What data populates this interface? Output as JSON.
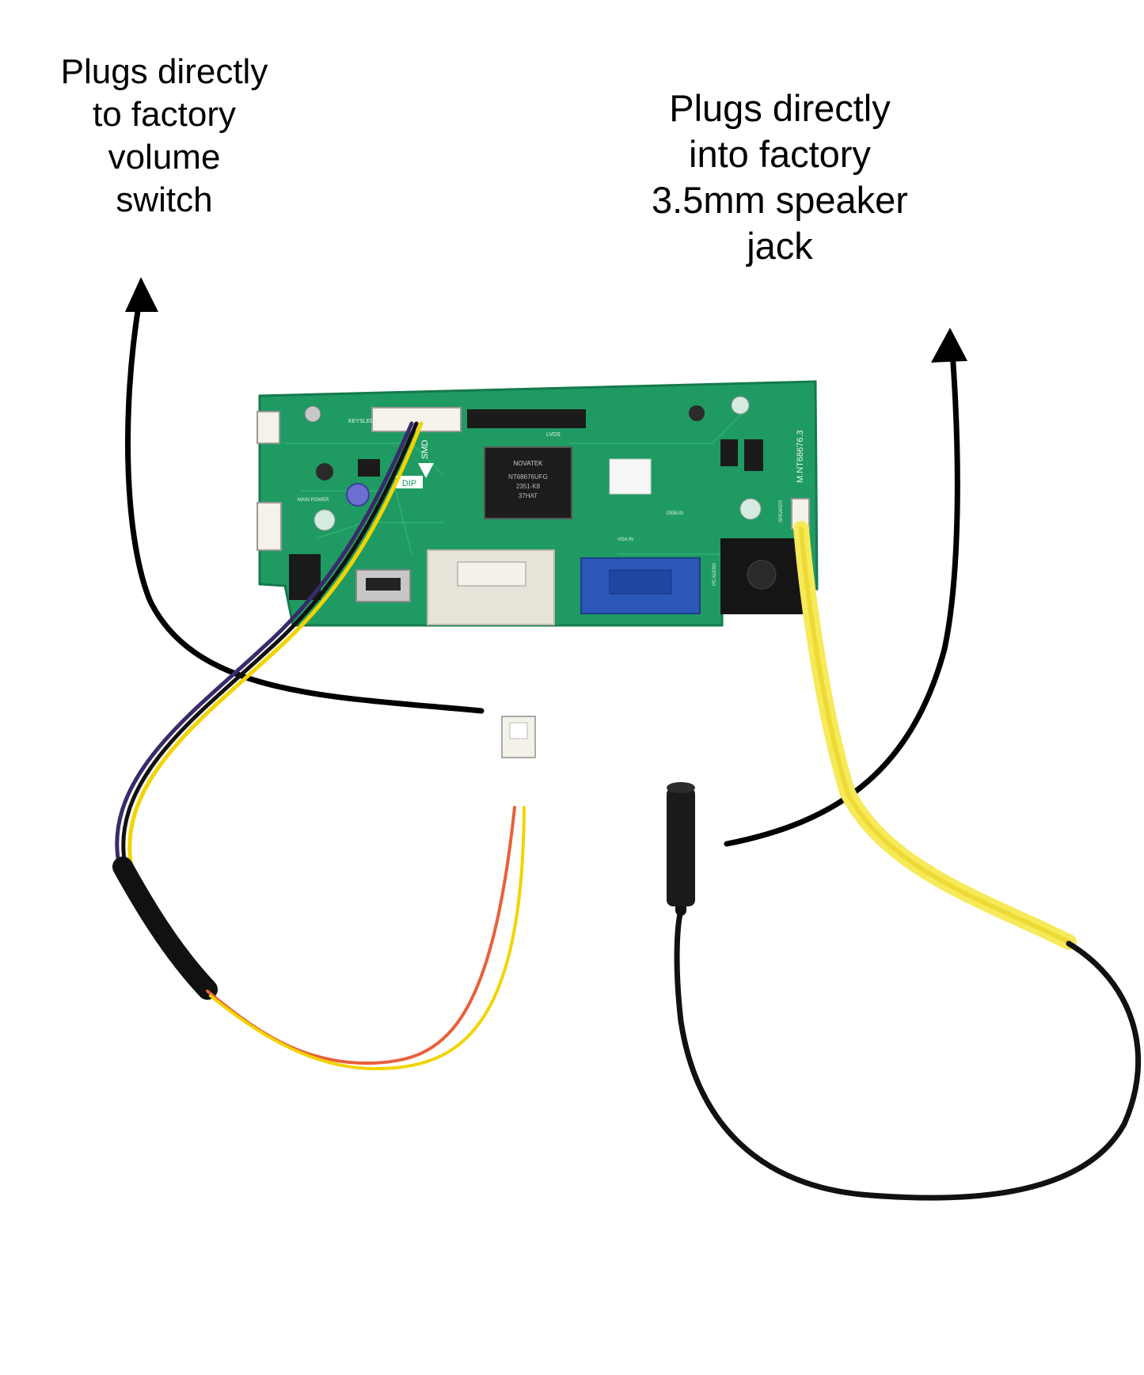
{
  "annotations": {
    "volume_switch_label": "Plugs directly\nto factory\nvolume\nswitch",
    "speaker_jack_label": "Plugs directly\ninto factory\n3.5mm speaker\njack"
  },
  "board": {
    "header_label": "KEYSLED",
    "lvds_label": "LVDS",
    "chip_brand": "NOVATEK",
    "chip_line1": "NT68676UFG",
    "chip_line2": "2351-K8",
    "chip_line3": "37HAT",
    "smd_label": "SMD",
    "dip_label": "DIP",
    "model_label": "M.NT68676.3",
    "main_power_label": "MAIN POWER",
    "vga_label": "VGA IN",
    "debug_label": "DEBUG",
    "speaker_label": "SPEAKER",
    "pc_audio_label": "PC AUDIO"
  },
  "colors": {
    "pcb_green": "#1f9a63",
    "wire_yellow": "#f2d400",
    "wire_black": "#111111",
    "wire_purple": "#3a2a6b",
    "wire_red": "#e8603a",
    "tape_yellow": "#f7ea5a",
    "vga_blue": "#2a57b8",
    "arrow": "#000000"
  }
}
